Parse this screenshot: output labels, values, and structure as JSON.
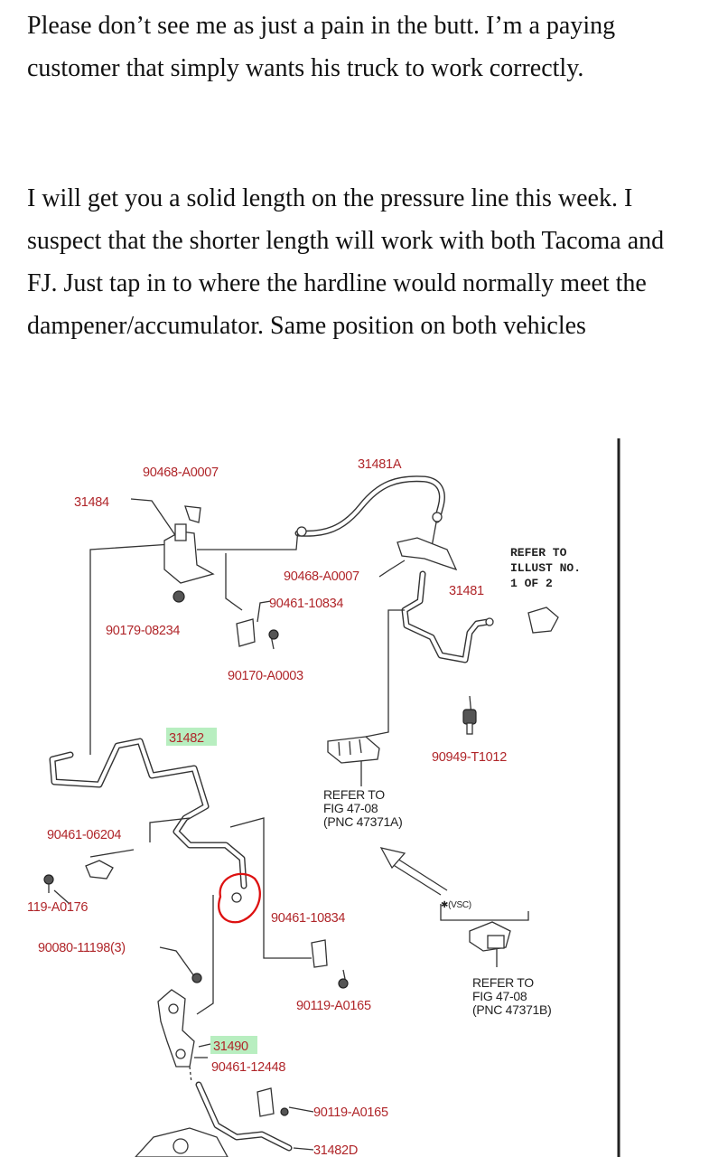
{
  "paragraphs": [
    "Please don’t see me as just a pain in the butt. I’m a paying customer that simply wants his truck to work correctly.",
    "I will get you a solid length on the pressure line this week. I suspect that the shorter length will work with both Tacoma and FJ. Just tap in to where the hardline would normally meet the dampener/accumulator. Same position on both vehicles"
  ],
  "diagram": {
    "labels": {
      "p90468_a0007_top": "90468-A0007",
      "p31481a": "31481A",
      "p31484": "31484",
      "refer1": "REFER TO",
      "refer2": "ILLUST NO.",
      "refer3": "1 OF 2",
      "p90468_a0007_mid": "90468-A0007",
      "p31481": "31481",
      "p90461_10834_a": "90461-10834",
      "p90179_08234": "90179-08234",
      "p90170_a0003": "90170-A0003",
      "p31482": "31482",
      "p90949_t1012": "90949-T1012",
      "fig_a1": "REFER TO",
      "fig_a2": "FIG 47-08",
      "fig_a3": "(PNC 47371A)",
      "p90461_06204": "90461-06204",
      "p119_a0176": "119-A0176",
      "vsc": "✱(VSC)",
      "p90461_10834_b": "90461-10834",
      "p90080_11198": "90080-11198(3)",
      "fig_b1": "REFER TO",
      "fig_b2": "FIG 47-08",
      "fig_b3": "(PNC 47371B)",
      "p90119_a0165_a": "90119-A0165",
      "p31490": "31490",
      "p90461_12448": "90461-12448",
      "p90119_a0165_b": "90119-A0165",
      "p31482d": "31482D"
    }
  }
}
